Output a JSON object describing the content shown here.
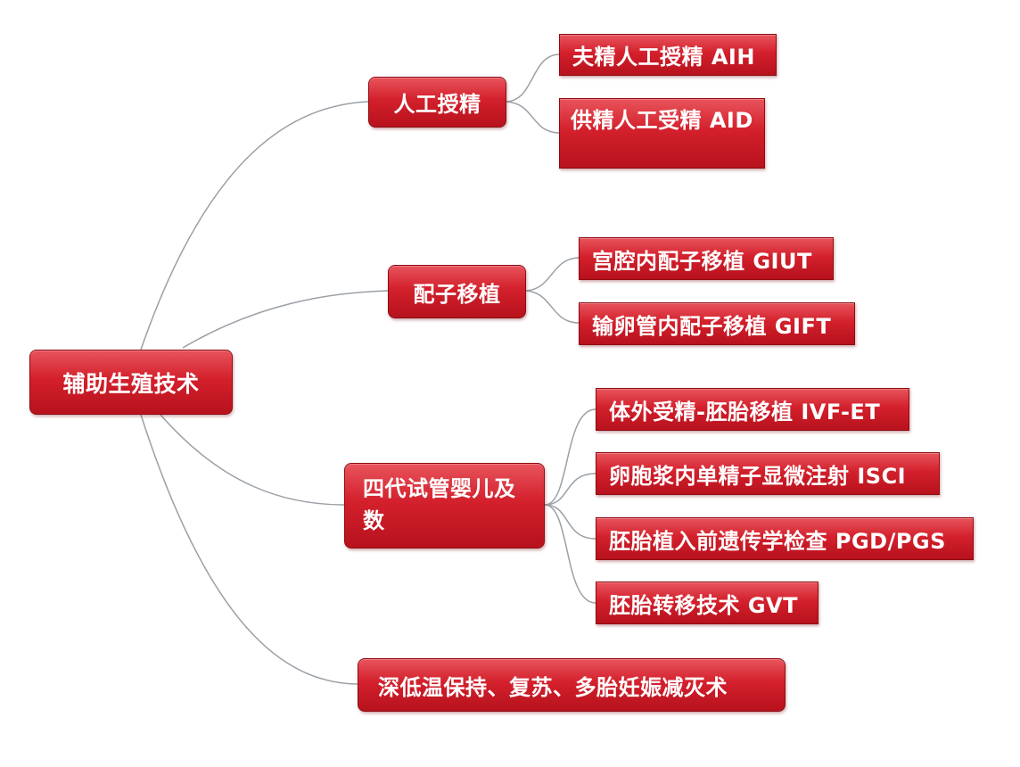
{
  "root": {
    "label": "辅助生殖技术"
  },
  "branches": [
    {
      "label": "人工授精",
      "children": [
        {
          "label": "夫精人工授精 AIH"
        },
        {
          "label": "供精人工受精 AID"
        }
      ]
    },
    {
      "label": "配子移植",
      "children": [
        {
          "label": "宫腔内配子移植 GIUT"
        },
        {
          "label": "输卵管内配子移植 GIFT"
        }
      ]
    },
    {
      "label": "四代试管婴儿及数",
      "children": [
        {
          "label": "体外受精-胚胎移植 IVF-ET"
        },
        {
          "label": "卵胞浆内单精子显微注射 ISCI"
        },
        {
          "label": "胚胎植入前遗传学检查 PGD/PGS"
        },
        {
          "label": "胚胎转移技术 GVT"
        }
      ]
    },
    {
      "label": "深低温保持、复苏、多胎妊娠减灭术",
      "children": []
    }
  ],
  "colors": {
    "node_fill_top": "#e8545c",
    "node_fill_bottom": "#b7121d",
    "node_text": "#ffffff",
    "connector": "#9aa0a6"
  }
}
